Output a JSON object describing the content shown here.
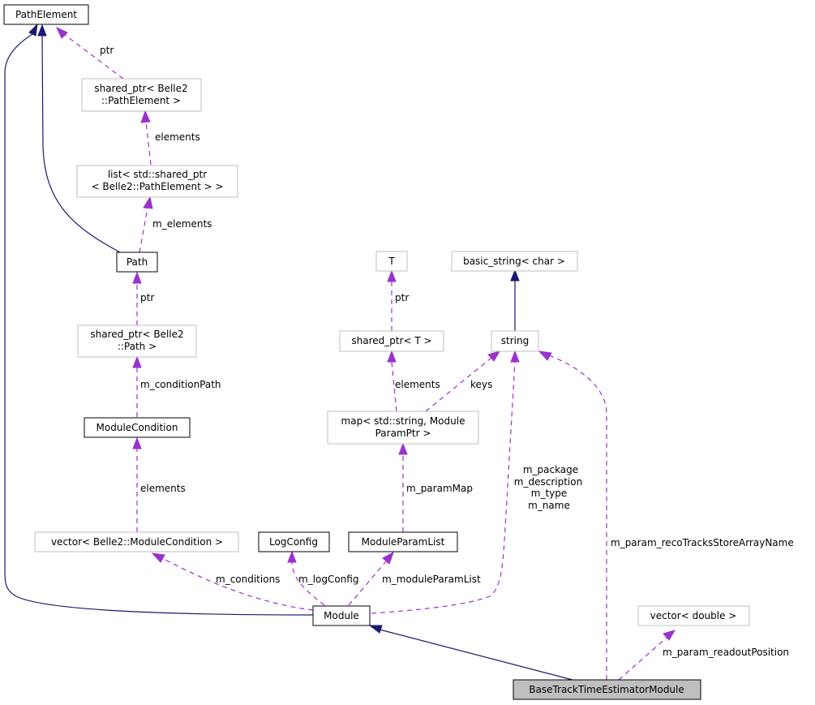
{
  "colors": {
    "inheritance_edge": "#191970",
    "usage_edge": "#9a32cd",
    "documented_border": "#000000",
    "undocumented_border": "#bfbfbf",
    "focus_fill": "#bfbfbf"
  },
  "nodes": {
    "path_element": "PathElement",
    "shared_ptr_path_element": [
      "shared_ptr< Belle2",
      "::PathElement >"
    ],
    "list_shared_ptr": [
      "list< std::shared_ptr",
      "< Belle2::PathElement > >"
    ],
    "path": "Path",
    "shared_ptr_path": [
      "shared_ptr< Belle2",
      "::Path >"
    ],
    "module_condition": "ModuleCondition",
    "vector_module_condition": "vector< Belle2::ModuleCondition >",
    "log_config": "LogConfig",
    "module_param_list": "ModuleParamList",
    "module": "Module",
    "t": "T",
    "shared_ptr_t": "shared_ptr< T >",
    "map_string": [
      "map< std::string, Module",
      "ParamPtr >"
    ],
    "basic_string": "basic_string< char >",
    "string": "string",
    "vector_double": "vector< double >",
    "base_track_time": "BaseTrackTimeEstimatorModule"
  },
  "edge_labels": {
    "ptr_path_element": "ptr",
    "elements_list": "elements",
    "m_elements": "m_elements",
    "ptr_path": "ptr",
    "m_condition_path": "m_conditionPath",
    "elements_vector": "elements",
    "m_conditions": "m_conditions",
    "m_log_config": "m_logConfig",
    "m_module_param_list": "m_moduleParamList",
    "ptr_t": "ptr",
    "elements_map": "elements",
    "keys": "keys",
    "m_param_map": "m_paramMap",
    "module_strings": [
      "m_package",
      "m_description",
      "m_type",
      "m_name"
    ],
    "m_param_reco": "m_param_recoTracksStoreArrayName",
    "m_param_readout": "m_param_readoutPosition"
  }
}
